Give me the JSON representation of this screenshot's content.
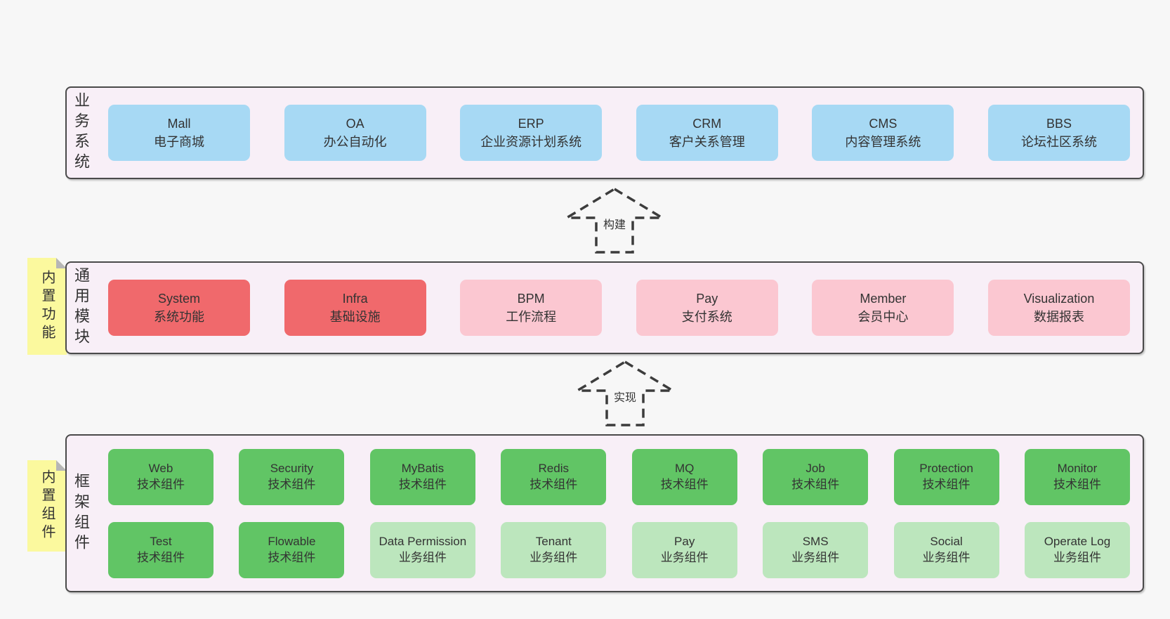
{
  "colors": {
    "page_bg": "#f7f7f7",
    "band_bg": "#f8eff7",
    "band_border": "#4a4a4a",
    "blue": "#a7d9f4",
    "red": "#f0696c",
    "pink": "#fbc7d1",
    "green_dark": "#61c565",
    "green_light": "#bce6bd",
    "sticky_yellow": "#fbf99e",
    "sticky_fold": "#b6b6b6",
    "text": "#333333"
  },
  "bands": {
    "business": {
      "label": "业务系统",
      "boxes": [
        {
          "name": "Mall",
          "desc": "电子商城"
        },
        {
          "name": "OA",
          "desc": "办公自动化"
        },
        {
          "name": "ERP",
          "desc": "企业资源计划系统"
        },
        {
          "name": "CRM",
          "desc": "客户关系管理"
        },
        {
          "name": "CMS",
          "desc": "内容管理系统"
        },
        {
          "name": "BBS",
          "desc": "论坛社区系统"
        }
      ]
    },
    "modules": {
      "label": "通用模块",
      "sticky": "内置功能",
      "boxes": [
        {
          "name": "System",
          "desc": "系统功能"
        },
        {
          "name": "Infra",
          "desc": "基础设施"
        },
        {
          "name": "BPM",
          "desc": "工作流程"
        },
        {
          "name": "Pay",
          "desc": "支付系统"
        },
        {
          "name": "Member",
          "desc": "会员中心"
        },
        {
          "name": "Visualization",
          "desc": "数据报表"
        }
      ]
    },
    "framework": {
      "label": "框架组件",
      "sticky": "内置组件",
      "row1": [
        {
          "name": "Web",
          "desc": "技术组件"
        },
        {
          "name": "Security",
          "desc": "技术组件"
        },
        {
          "name": "MyBatis",
          "desc": "技术组件"
        },
        {
          "name": "Redis",
          "desc": "技术组件"
        },
        {
          "name": "MQ",
          "desc": "技术组件"
        },
        {
          "name": "Job",
          "desc": "技术组件"
        },
        {
          "name": "Protection",
          "desc": "技术组件"
        },
        {
          "name": "Monitor",
          "desc": "技术组件"
        }
      ],
      "row2": [
        {
          "name": "Test",
          "desc": "技术组件"
        },
        {
          "name": "Flowable",
          "desc": "技术组件"
        },
        {
          "name": "Data Permission",
          "desc": "业务组件"
        },
        {
          "name": "Tenant",
          "desc": "业务组件"
        },
        {
          "name": "Pay",
          "desc": "业务组件"
        },
        {
          "name": "SMS",
          "desc": "业务组件"
        },
        {
          "name": "Social",
          "desc": "业务组件"
        },
        {
          "name": "Operate Log",
          "desc": "业务组件"
        }
      ]
    }
  },
  "arrows": {
    "build": "构建",
    "implement": "实现"
  }
}
